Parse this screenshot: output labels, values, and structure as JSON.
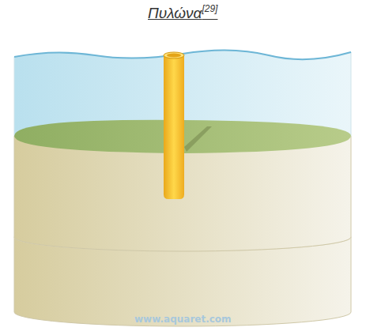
{
  "diagram": {
    "title": "Πυλώνα",
    "labels": [
      "[29]",
      "www.aquaret.com"
    ]
  }
}
